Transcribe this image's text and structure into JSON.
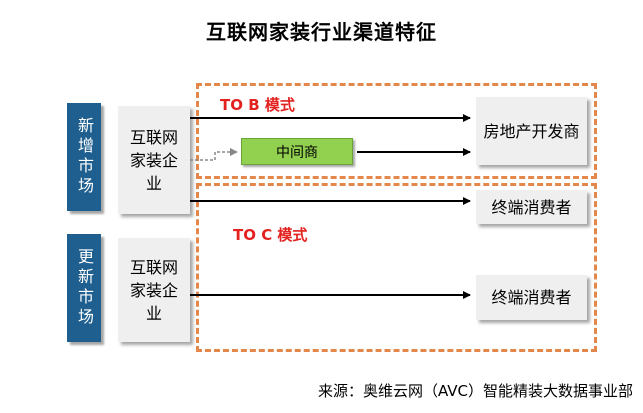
{
  "title": "互联网家装行业渠道特征",
  "markets": {
    "new": "新增市场",
    "renewal": "更新市场"
  },
  "sources": {
    "top": "互联网家装企业",
    "bottom": "互联网家装企业"
  },
  "modes": {
    "tob": "TO B 模式",
    "toc": "TO C 模式"
  },
  "middleman": "中间商",
  "targets": {
    "developer": "房地产开发商",
    "consumer_top": "终端消费者",
    "consumer_bottom": "终端消费者"
  },
  "source_note": "来源：奥维云网（AVC）智能精装大数据事业部",
  "colors": {
    "tab_blue": "#1f5f8f",
    "dash_orange": "#e4874a",
    "mode_red": "#e3221f",
    "middleman_green": "#92d050",
    "box_gray": "#efefef"
  }
}
